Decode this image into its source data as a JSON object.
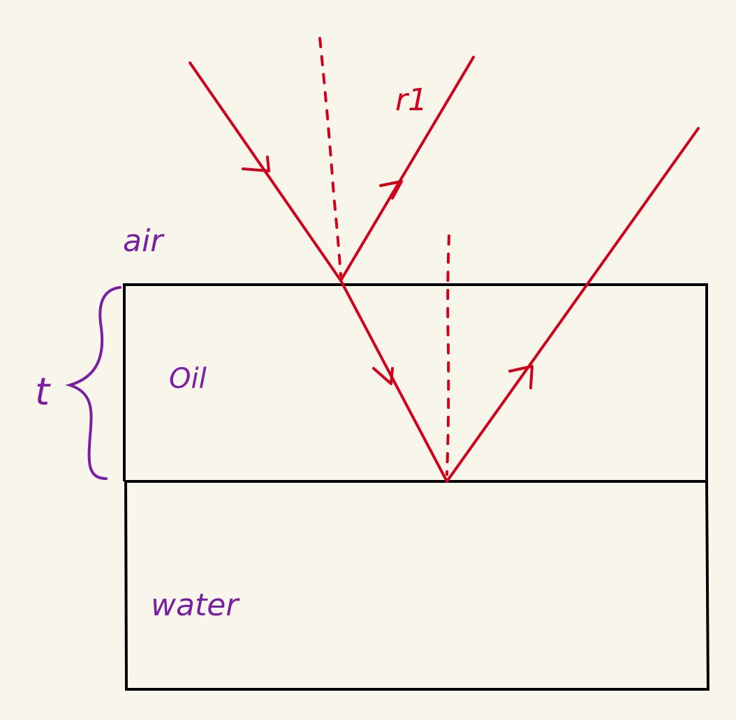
{
  "labels": {
    "air": "air",
    "oil": "Oil",
    "water": "water",
    "thickness": "t",
    "ray1": "r1"
  },
  "colors": {
    "background": "#f8f5ea",
    "ray": "#d0021b",
    "label": "#7b1fa2",
    "boundary": "#000000"
  }
}
